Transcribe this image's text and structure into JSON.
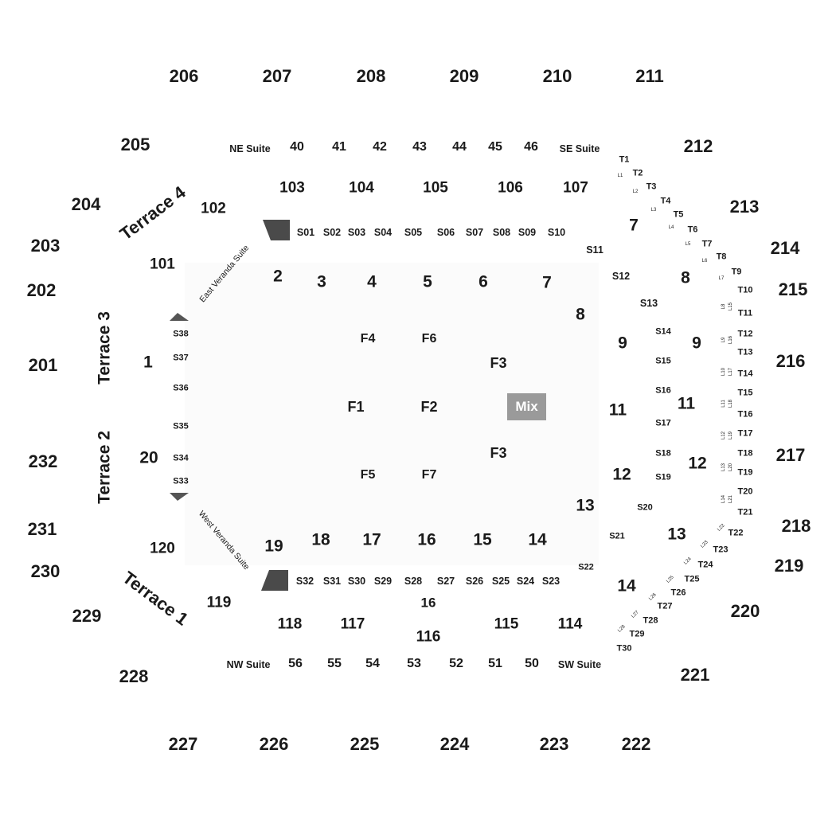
{
  "map": {
    "upper_sections": [
      "206",
      "207",
      "208",
      "209",
      "210",
      "211",
      "212",
      "213",
      "214",
      "215",
      "216",
      "217",
      "218",
      "219",
      "220",
      "221",
      "222",
      "223",
      "224",
      "225",
      "226",
      "227",
      "228",
      "229",
      "230",
      "231",
      "232",
      "201",
      "202",
      "203",
      "204",
      "205"
    ],
    "terraces": [
      "Terrace 4",
      "Terrace 3",
      "Terrace 2",
      "Terrace 1"
    ],
    "lower_sections": [
      "101",
      "102",
      "103",
      "104",
      "105",
      "106",
      "107",
      "114",
      "115",
      "116",
      "117",
      "118",
      "119",
      "120"
    ],
    "suites_top": [
      "NE Suite",
      "40",
      "41",
      "42",
      "43",
      "44",
      "45",
      "46",
      "SE Suite"
    ],
    "suites_bottom": [
      "NW Suite",
      "56",
      "55",
      "54",
      "53",
      "52",
      "51",
      "50",
      "SW Suite"
    ],
    "veranda": {
      "east": "East Veranda Suite",
      "west": "West Veranda Suite"
    },
    "s_boxes_top": [
      "S01",
      "S02",
      "S03",
      "S04",
      "S05",
      "S06",
      "S07",
      "S08",
      "S09",
      "S10",
      "S11",
      "S12",
      "S13",
      "S14",
      "S15",
      "S16",
      "S17",
      "S18",
      "S19",
      "S20",
      "S21",
      "S22"
    ],
    "s_boxes_bottom": [
      "S32",
      "S31",
      "S30",
      "S29",
      "S28",
      "S27",
      "S26",
      "S25",
      "S24",
      "S23"
    ],
    "s_boxes_west": [
      "S38",
      "S37",
      "S36",
      "S35",
      "S34",
      "S33"
    ],
    "floor_rows": [
      "1",
      "2",
      "3",
      "4",
      "5",
      "6",
      "7",
      "8",
      "9",
      "11",
      "12",
      "13",
      "14",
      "15",
      "16",
      "17",
      "18",
      "19",
      "20"
    ],
    "floor_inner": [
      "7",
      "8",
      "9",
      "11",
      "12",
      "13",
      "14"
    ],
    "floor_sections": [
      "F1",
      "F2",
      "F3",
      "F3",
      "F4",
      "F5",
      "F6",
      "F7"
    ],
    "mix": "Mix",
    "extra_16": "16",
    "tables": [
      "T1",
      "T2",
      "T3",
      "T4",
      "T5",
      "T6",
      "T7",
      "T8",
      "T9",
      "T10",
      "T11",
      "T12",
      "T13",
      "T14",
      "T15",
      "T16",
      "T17",
      "T18",
      "T19",
      "T20",
      "T21",
      "T22",
      "T23",
      "T24",
      "T25",
      "T26",
      "T27",
      "T28",
      "T29",
      "T30"
    ],
    "loges": [
      "L1",
      "L2",
      "L3",
      "L4",
      "L5",
      "L6",
      "L7",
      "L8",
      "L15",
      "L9",
      "L16",
      "L10",
      "L17",
      "L11",
      "L18",
      "L12",
      "L19",
      "L13",
      "L20",
      "L14",
      "L21",
      "L22",
      "L23",
      "L24",
      "L25",
      "L26",
      "L27",
      "L28"
    ]
  }
}
